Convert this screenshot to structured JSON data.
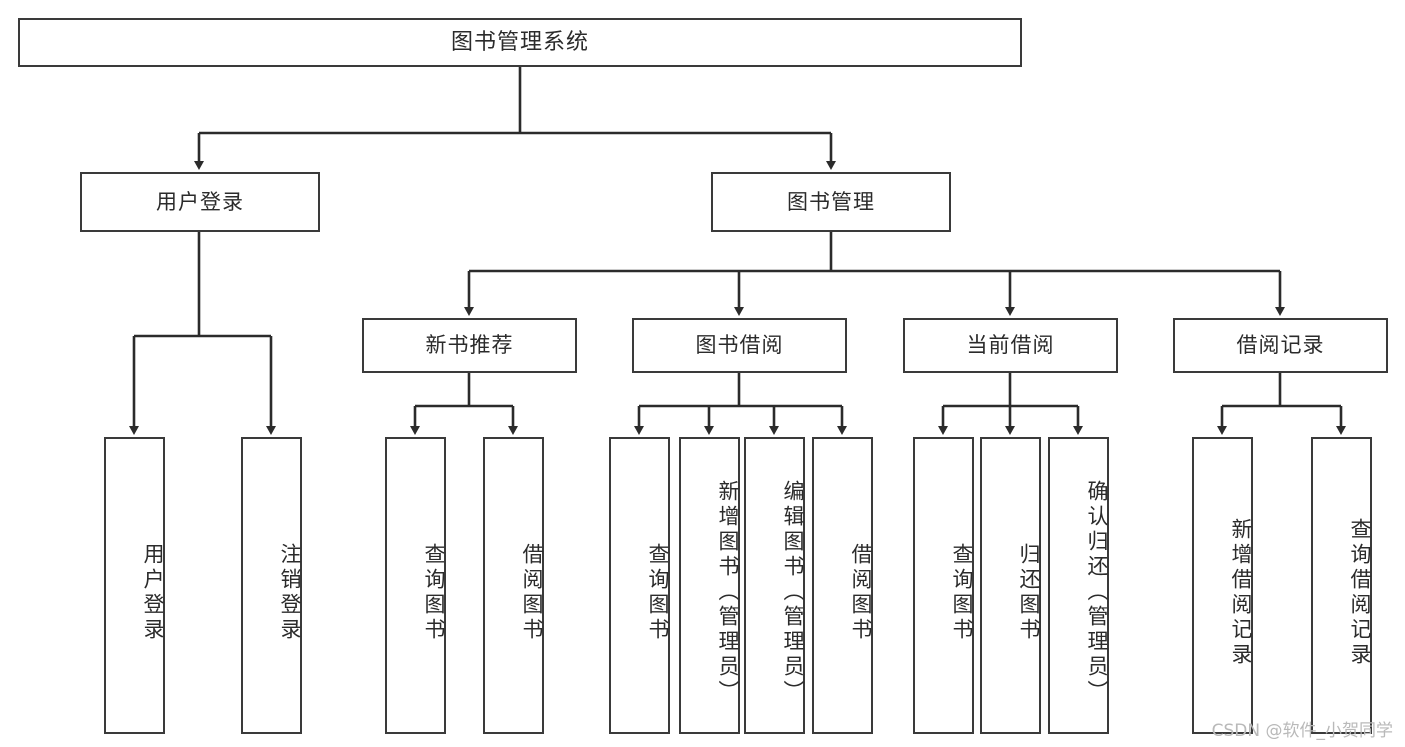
{
  "diagram": {
    "title": "图书管理系统",
    "type": "tree",
    "watermark": "CSDN @软件_小贺同学",
    "colors": {
      "box_border": "#3a3a3a",
      "box_fill": "#ffffff",
      "line": "#2b2b2b",
      "text": "#2b2b2b",
      "watermark": "#b9b9b9"
    },
    "nodes": {
      "root": {
        "label": "图书管理系统"
      },
      "level1": [
        {
          "id": "user-login",
          "label": "用户登录"
        },
        {
          "id": "book-manage",
          "label": "图书管理"
        }
      ],
      "level2": [
        {
          "id": "new-book-recommend",
          "label": "新书推荐"
        },
        {
          "id": "book-borrow",
          "label": "图书借阅"
        },
        {
          "id": "current-borrow",
          "label": "当前借阅"
        },
        {
          "id": "borrow-record",
          "label": "借阅记录"
        }
      ],
      "leaves": {
        "user_login": [
          {
            "id": "leaf-user-login",
            "label": "用户登录"
          },
          {
            "id": "leaf-logout-login",
            "label": "注销登录"
          }
        ],
        "new_book_recommend": [
          {
            "id": "leaf-query-book-1",
            "label": "查询图书"
          },
          {
            "id": "leaf-borrow-book-1",
            "label": "借阅图书"
          }
        ],
        "book_borrow": [
          {
            "id": "leaf-query-book-2",
            "label": "查询图书"
          },
          {
            "id": "leaf-add-book",
            "label": "新增图书（管理员）"
          },
          {
            "id": "leaf-edit-book",
            "label": "编辑图书（管理员）"
          },
          {
            "id": "leaf-borrow-book-2",
            "label": "借阅图书"
          }
        ],
        "current_borrow": [
          {
            "id": "leaf-query-book-3",
            "label": "查询图书"
          },
          {
            "id": "leaf-return-book",
            "label": "归还图书"
          },
          {
            "id": "leaf-confirm-return",
            "label": "确认归还（管理员）"
          }
        ],
        "borrow_record": [
          {
            "id": "leaf-add-borrow-record",
            "label": "新增借阅记录"
          },
          {
            "id": "leaf-query-borrow-record",
            "label": "查询借阅记录"
          }
        ]
      }
    }
  }
}
